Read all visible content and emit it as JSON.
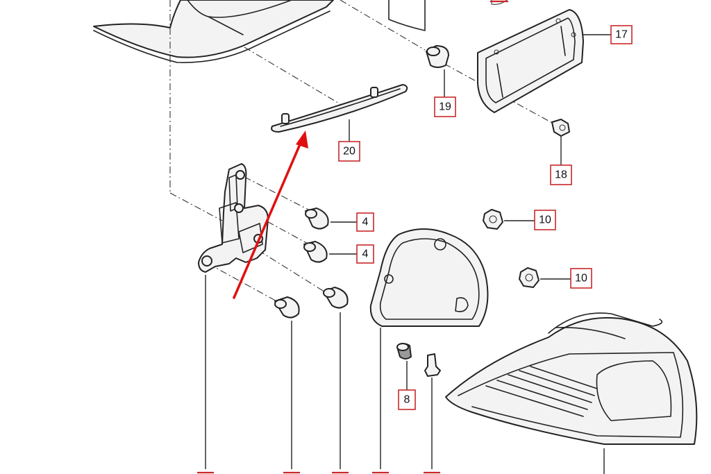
{
  "callouts": [
    {
      "id": "17",
      "label": "17"
    },
    {
      "id": "19",
      "label": "19"
    },
    {
      "id": "20",
      "label": "20"
    },
    {
      "id": "18",
      "label": "18"
    },
    {
      "id": "4a",
      "label": "4"
    },
    {
      "id": "4b",
      "label": "4"
    },
    {
      "id": "10a",
      "label": "10"
    },
    {
      "id": "10b",
      "label": "10"
    },
    {
      "id": "8",
      "label": "8"
    }
  ],
  "colors": {
    "callout_border": "#c8282a",
    "highlight_arrow": "#e01010",
    "line_art": "#222222"
  }
}
